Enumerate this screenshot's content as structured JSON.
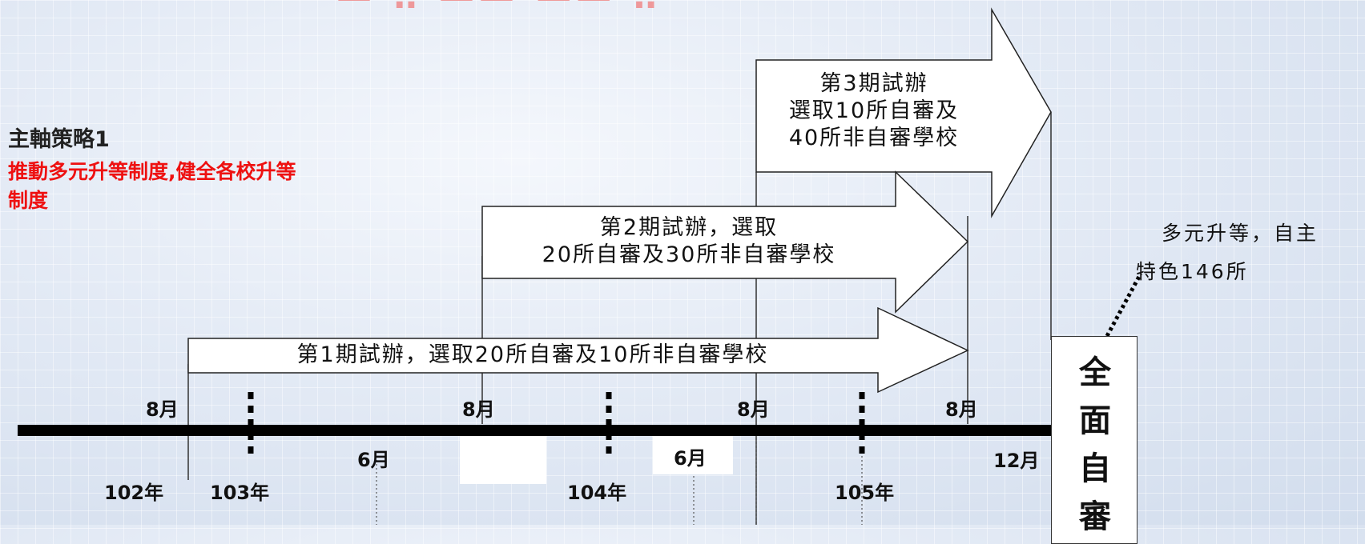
{
  "heading": {
    "strategy_title": "主軸策略1",
    "strategy_subtitle": "推動多元升等制度,健全各校升等制度"
  },
  "arrows": [
    {
      "label": "第1期試辦，選取20所自審及10所非自審學校"
    },
    {
      "label_line1": "第2期試辦，選取",
      "label_line2": "20所自審及30所非自審學校"
    },
    {
      "label_line1": "第3期試辦",
      "label_line2": "選取10所自審及",
      "label_line3": "40所非自審學校"
    }
  ],
  "months_above": [
    "8月",
    "8月",
    "8月",
    "8月"
  ],
  "months_below": [
    "6月",
    "6月",
    "12月"
  ],
  "years": [
    "102年",
    "103年",
    "104年",
    "105年"
  ],
  "outcome": {
    "note_line1": "多元升等，自主",
    "note_line2": "特色146所",
    "box_chars": [
      "全",
      "面",
      "自",
      "審"
    ]
  },
  "colors": {
    "timeline": "#000000",
    "strategy_subtitle": "#ee1111",
    "arrow_fill": "#ffffff"
  }
}
